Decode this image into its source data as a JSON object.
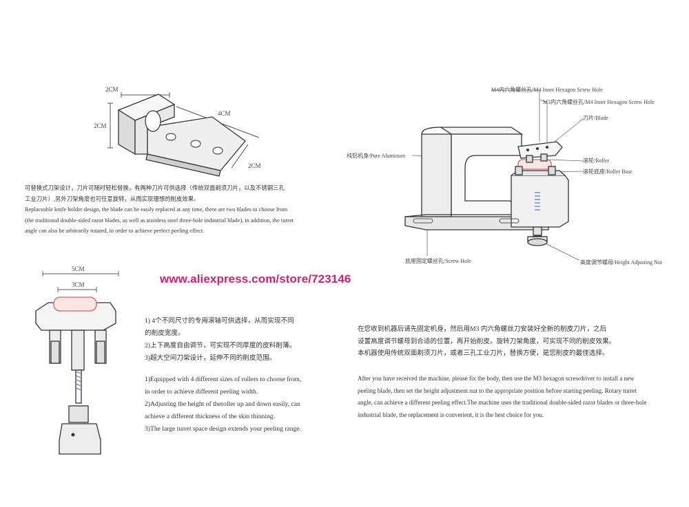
{
  "store_url": "www.aliexpress.com/store/723146",
  "knife_holder": {
    "dims": {
      "top_width": "2CM",
      "height": "2CM",
      "length": "4CM",
      "blade_width": "2CM"
    },
    "description": [
      "可替换式刀架设计，刀片可随时轻松替换，有两种刀片可供选择（传统双面剃须刀片，以及不锈钢三孔",
      "工业刀片）,另外刀架角度也可任意旋转，从而实现理想的削皮效果。",
      "Replaceable knife holder design, the blade can be easily replaced at any time, there are two blades to choose from",
      "(the traditional double-sided razor blades, as well as stainless steel three-hole industrial blade), in addition, the turret",
      "angle can also be arbitrarily rotated, in order to achieve perfect peeling effect."
    ]
  },
  "machine": {
    "labels": {
      "m4_hole": "M4内六角螺丝孔/M4 Inner Hexagon Screw Hole",
      "m3_hole": "M3内六角螺丝孔/M4 Inner Hexagon Screw Hole",
      "blade": "刀片/Blade",
      "roller": "滚轮/Roller",
      "roller_base": "滚轮底座/Roller Base",
      "body": "纯铝机身/Pure Aluminum",
      "screw_hole": "底座固定螺丝孔/Screw Hole",
      "height_nut": "高度调节螺母/Height Adjusting Nut"
    }
  },
  "roller_assembly": {
    "dims": {
      "outer": "5CM",
      "inner": "3CM"
    },
    "features_cn": [
      "1) 4个不同尺寸的专用滚轴可供选择，从而实现不同",
      "的削皮宽度。",
      "2)上下高度自由调节，可实现不同厚度的皮料削薄。",
      "3)超大空间刀架设计，延伸不同的削皮范围。"
    ],
    "features_en": [
      "1)Equipped with 4 different sizes of rollers to choose from,",
      "in order to achieve different peeling width.",
      "2)Adjusting the height of theroller up and down easily, can",
      "achieve a different thickness of the skin thinning.",
      "3)The large turret space design extends your peeling range."
    ]
  },
  "instructions": {
    "cn": [
      "在您收到机器后请先固定机身，然后用M3 内六角螺丝刀安装好全新的削皮刀片，之后",
      "设置高度调节螺母到合适的位置，再开始削皮。旋转刀架角度，可实现不同的削皮效果。",
      "本机器使用传统双面剃须刀片，或者三孔工业刀片，替换方便，是您削皮的最佳选择。"
    ],
    "en": [
      "After you have received the machine, please fix the body, then use the M3 hexagon screwdriver to install a new",
      "peeling blade, then set the height adjustment nut to the appropriate position before starting peeling. Rotary turret",
      "angle, can achieve a different peeling effect.The machine uses the traditional double-sided razor blades or three-hole",
      "industrial blade, the replacement is converient, it is  the best choice for you."
    ]
  }
}
